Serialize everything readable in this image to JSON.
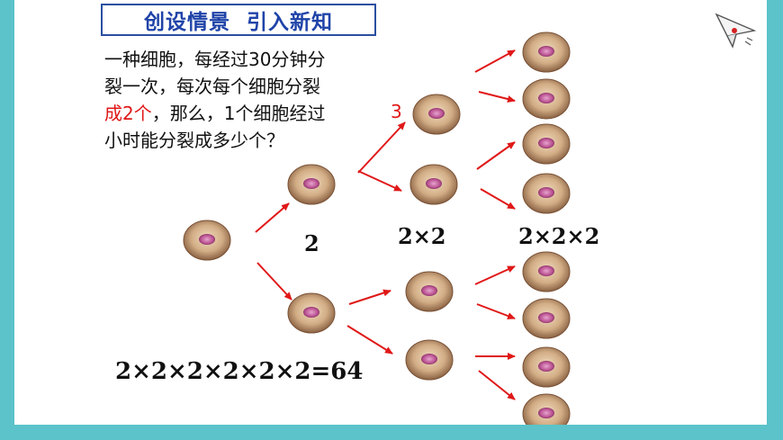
{
  "title": "创设情景  引入新知",
  "question": {
    "line1": "一种细胞，每经过30分钟分",
    "line2": "裂一次，每次每个细胞分裂",
    "line3_red": "成2个",
    "line3_rest": "，那么，1个细胞经过",
    "line4": "小时能分裂成多少个？",
    "hours": "3"
  },
  "labels": {
    "gen1": "2",
    "gen2": "2×2",
    "gen3": "2×2×2",
    "formula": "2×2×2×2×2×2=64"
  },
  "colors": {
    "background": "#5bc3c9",
    "title_border": "#2a4fa0",
    "title_text": "#1f43a8",
    "arrow": "#e01818",
    "cell_body": "#c9a37a",
    "cell_nucleus": "#c96aa0"
  },
  "icons": {
    "corner": "paper-plane-icon"
  }
}
